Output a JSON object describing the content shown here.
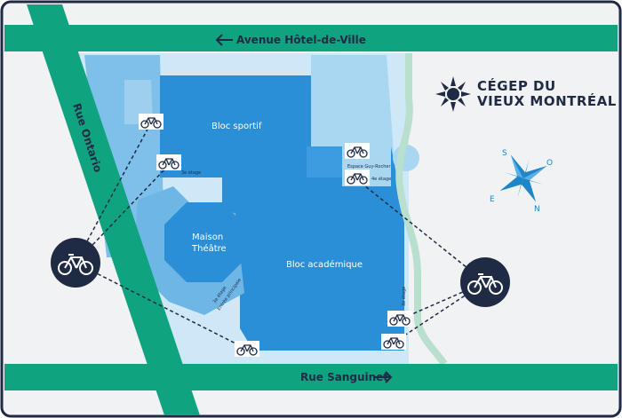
{
  "streets": {
    "north": "Avenue Hôtel-de-Ville",
    "south": "Rue Sanguinet",
    "west": "Rue Ontario"
  },
  "buildings": {
    "bloc_sportif": "Bloc sportif",
    "bloc_academique": "Bloc académique",
    "maison_theatre_line1": "Maison",
    "maison_theatre_line2": "Théâtre"
  },
  "bike_labels": {
    "third_floor_nw": "3e étage",
    "espace": "Espace Guy-Rocher",
    "fourth_floor": "4e étage",
    "third_floor_e": "3e étage",
    "entree_line1": "3e étage",
    "entree_line2": "Entrée principale"
  },
  "logo": {
    "line1": "CÉGEP DU",
    "line2": "VIEUX MONTRÉAL"
  },
  "compass": {
    "north": "N",
    "south": "S",
    "east": "E",
    "west": "O"
  },
  "colors": {
    "street_green": "#10a37f",
    "building_blue": "#2b8fd8",
    "light_blue": "#a9d7f2",
    "dark_navy": "#1f2a44",
    "frame": "#1f2a44"
  }
}
